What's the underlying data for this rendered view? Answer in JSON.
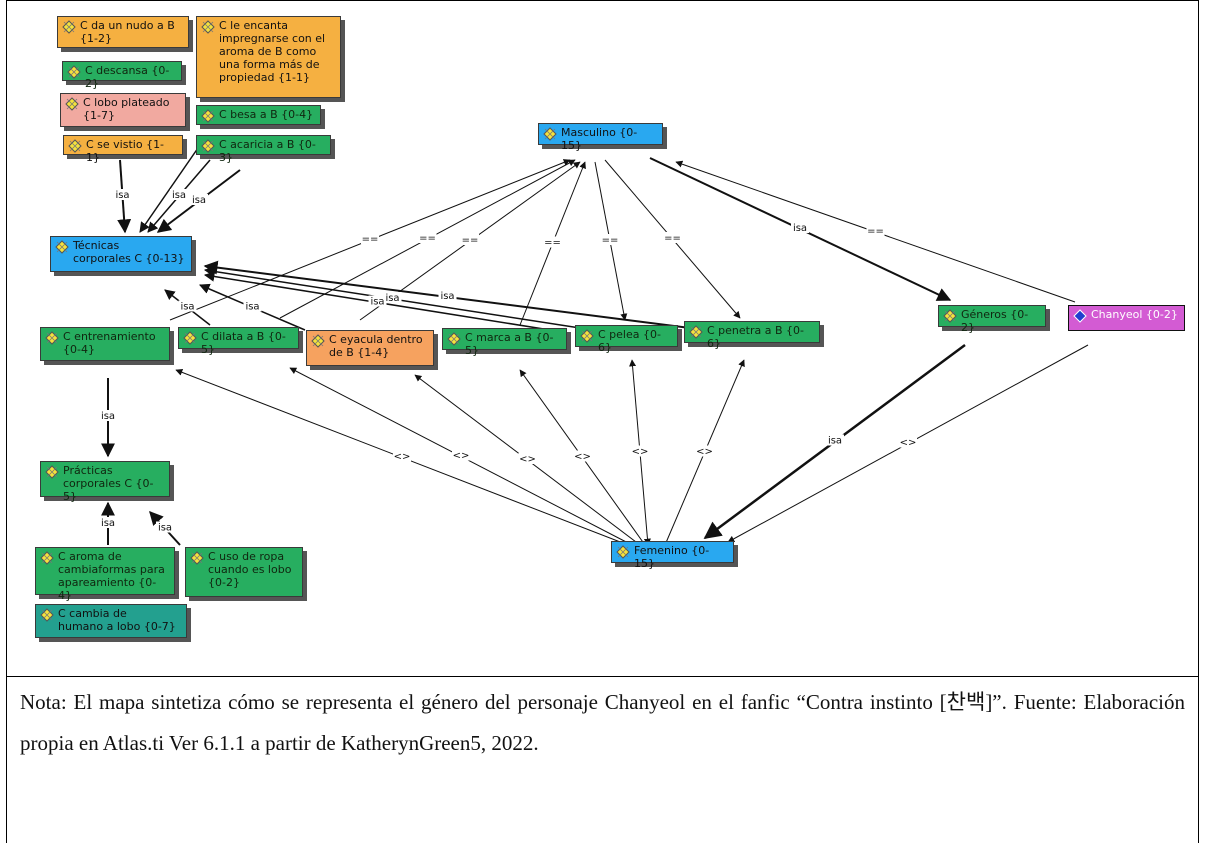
{
  "nodes": {
    "n_nudo": "C da un nudo a B\n{1-2}",
    "n_encanta": "C le encanta\nimpregnarse con el\naroma de B como\nuna forma más de\npropiedad {1-1}",
    "n_descansa": "C descansa {0-2}",
    "n_lobo": "C lobo plateado\n{1-7}",
    "n_besa": "C besa a B {0-4}",
    "n_vistio": "C se vistio {1-1}",
    "n_acaricia": "C acaricia a B {0-3}",
    "n_masculino": "Masculino {0-15}",
    "n_tecnicas": "Técnicas\ncorporales C {0-13}",
    "n_entrenamiento": "C entrenamiento\n{0-4}",
    "n_dilata": "C dilata a B {0-5}",
    "n_eyacula": "C eyacula dentro\nde B {1-4}",
    "n_marca": "C marca a B {0-5}",
    "n_pelea": "C pelea {0-6}",
    "n_penetra": "C penetra a B {0-6}",
    "n_generos": "Géneros {0-2}",
    "n_chanyeol": "Chanyeol {0-2}",
    "n_practicas": "Prácticas\ncorporales C {0-5}",
    "n_aroma": "C aroma de\ncambiaformas para\napareamiento {0-4}",
    "n_ropa": "C uso de ropa\ncuando es lobo\n{0-2}",
    "n_cambia": "C cambia de\nhumano a lobo {0-7}",
    "n_femenino": "Femenino {0-15}"
  },
  "relations": {
    "isa": "isa",
    "equal": "==",
    "diff": "<>"
  },
  "caption": "Nota: El mapa sintetiza cómo se representa el género del personaje Chanyeol en el fanfic “Contra instinto [찬백]”.  Fuente: Elaboración propia en Atlas.ti Ver 6.1.1 a partir de KatherynGreen5, 2022.",
  "colors": {
    "orange": "#f5b041",
    "green": "#27ae60",
    "pink": "#f1a9a0",
    "blue": "#29a8f0",
    "peach": "#f6a25f",
    "magenta": "#d35bd3",
    "teal": "#23a08f"
  },
  "icons": {
    "code_icon": "yellow-diamond-icon",
    "family_icon": "blue-diamond-icon"
  }
}
